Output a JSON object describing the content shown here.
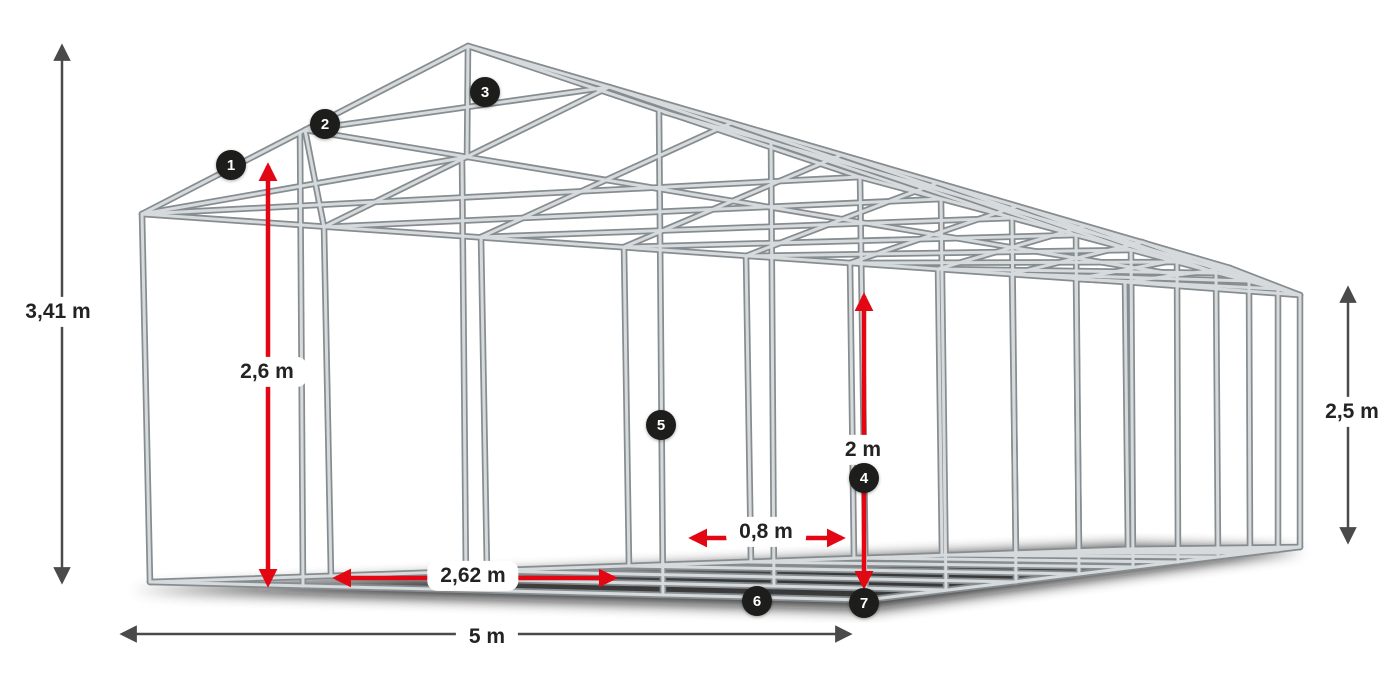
{
  "dimensions": {
    "total_height": "3,41 m",
    "inner_height": "2,6 m",
    "side_height": "2,5 m",
    "entrance_height": "2 m",
    "entrance_width": "0,8 m",
    "frame_spacing": "2,62 m",
    "width": "5 m"
  },
  "markers": [
    "1",
    "2",
    "3",
    "4",
    "5",
    "6",
    "7"
  ],
  "colors": {
    "accent_red": "#e30613",
    "marker_background": "#1d1d1b",
    "dimension_arrow_gray": "#4a4a4a",
    "frame_tube_light": "#d6dadc",
    "frame_tube_dark": "#868d90",
    "label_text": "#232323"
  }
}
